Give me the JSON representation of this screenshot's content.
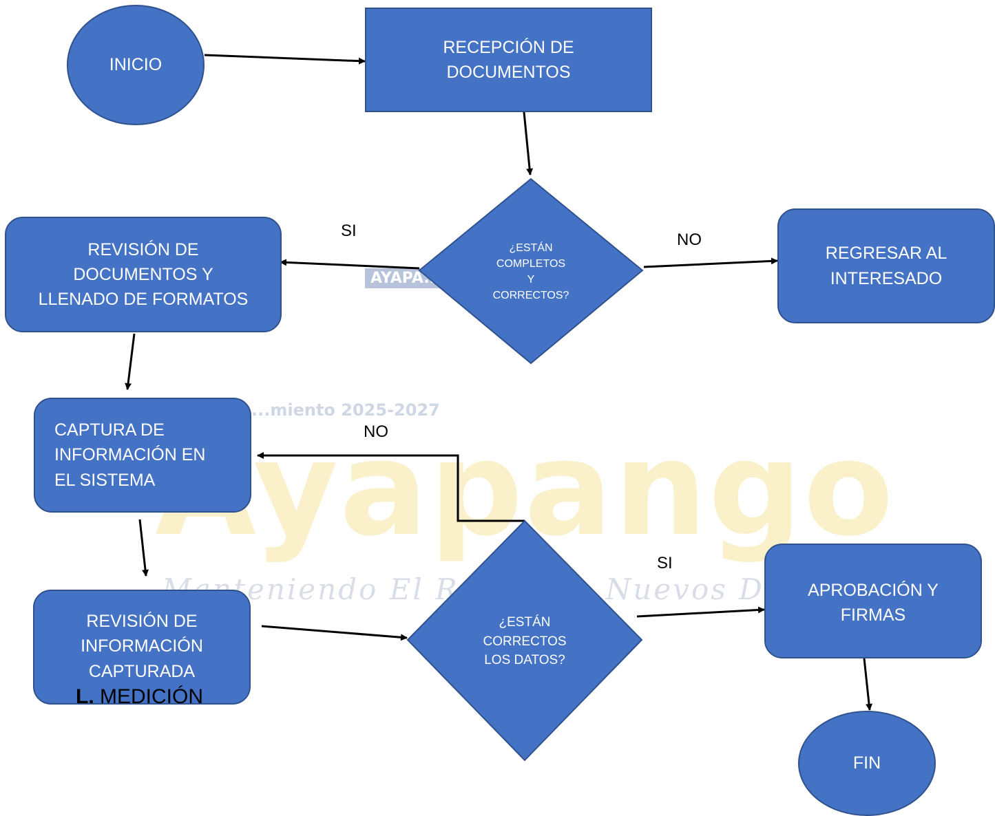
{
  "watermark": {
    "brand": "Ayapango",
    "tagline": "Manteniendo El Rumbo ... Nuevos Desafíos",
    "years": "...miento 2025-2027",
    "sign": "AYAPA..."
  },
  "nodes": {
    "inicio": "INICIO",
    "recepcion_1": "RECEPCIÓN DE",
    "recepcion_2": "DOCUMENTOS",
    "decision1_1": "¿ESTÁN",
    "decision1_2": "COMPLETOS",
    "decision1_3": "Y",
    "decision1_4": "CORRECTOS?",
    "regresar_1": "REGRESAR AL",
    "regresar_2": "INTERESADO",
    "revision_doc_1": "REVISIÓN DE",
    "revision_doc_2": "DOCUMENTOS Y",
    "revision_doc_3": "LLENADO DE FORMATOS",
    "captura_1": "CAPTURA DE",
    "captura_2": "INFORMACIÓN EN",
    "captura_3": "EL SISTEMA",
    "revision_info_1": "REVISIÓN DE",
    "revision_info_2": "INFORMACIÓN",
    "revision_info_3": "CAPTURADA",
    "decision2_1": "¿ESTÁN",
    "decision2_2": "CORRECTOS",
    "decision2_3": "LOS DATOS?",
    "aprobacion_1": "APROBACIÓN Y",
    "aprobacion_2": "FIRMAS",
    "fin": "FIN"
  },
  "edge_labels": {
    "si_1": "SI",
    "no_1": "NO",
    "no_2": "NO",
    "si_2": "SI"
  },
  "footer": {
    "letter": "L.",
    "text": "MEDICIÓN"
  },
  "colors": {
    "shape_fill": "#4472c4",
    "shape_border": "#2f528f",
    "text": "#ffffff",
    "arrow": "#000000"
  }
}
